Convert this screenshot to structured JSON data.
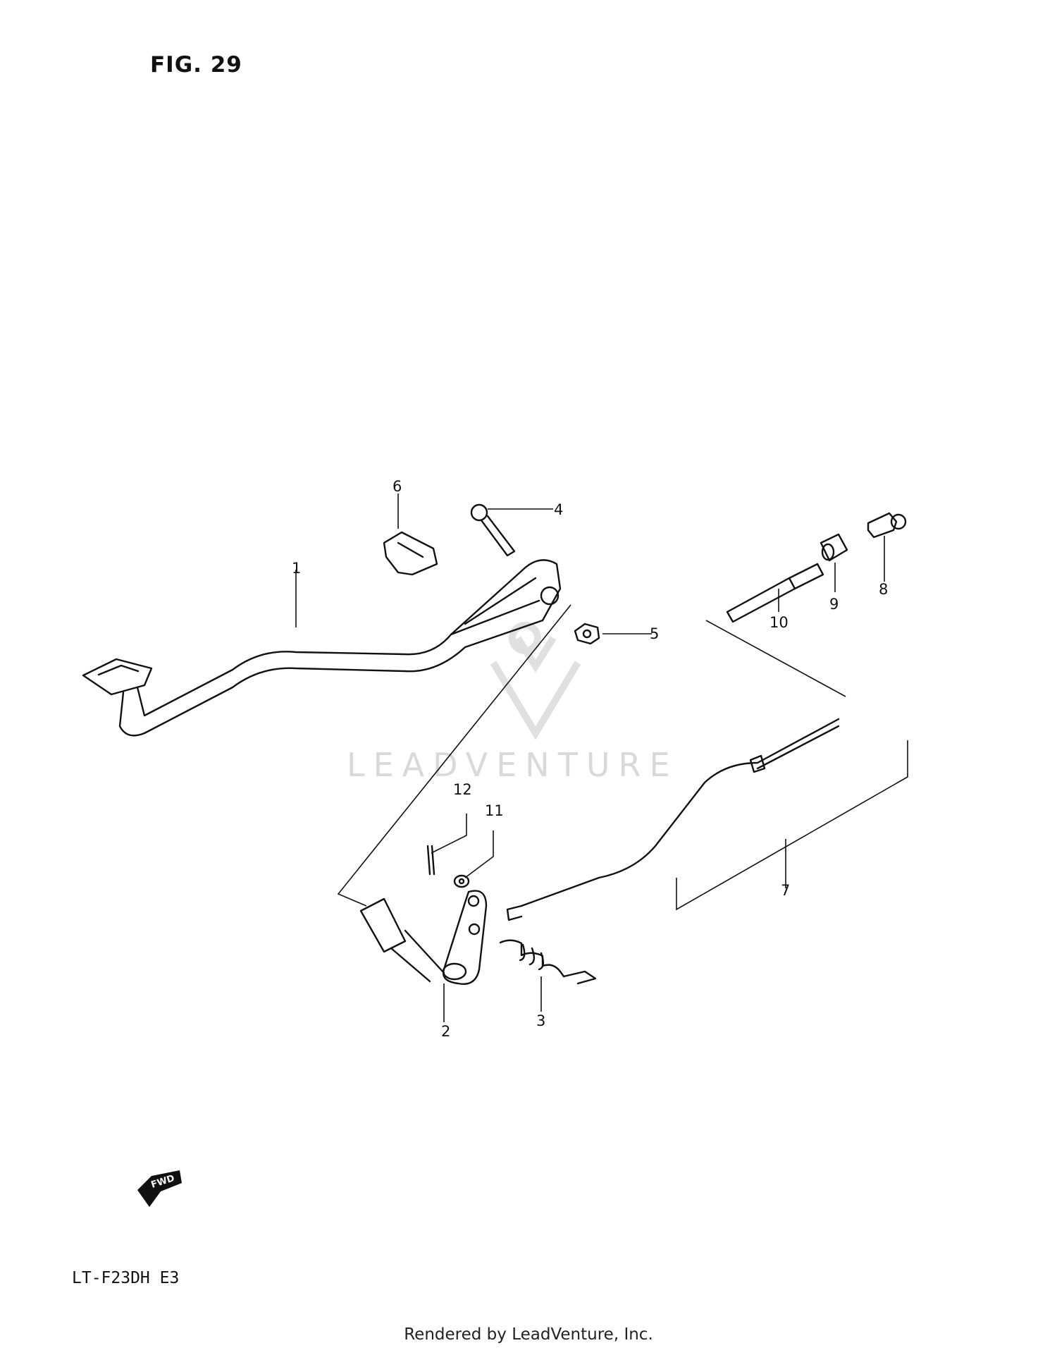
{
  "figure": {
    "title": "FIG. 29",
    "model_code": "LT-F23DH  E3",
    "watermark": "LEADVENTURE",
    "footer": "Rendered by LeadVenture, Inc.",
    "fwd_label": "FWD"
  },
  "callouts": [
    {
      "id": "1",
      "label": "1"
    },
    {
      "id": "2",
      "label": "2"
    },
    {
      "id": "3",
      "label": "3"
    },
    {
      "id": "4",
      "label": "4"
    },
    {
      "id": "5",
      "label": "5"
    },
    {
      "id": "6",
      "label": "6"
    },
    {
      "id": "7",
      "label": "7"
    },
    {
      "id": "8",
      "label": "8"
    },
    {
      "id": "9",
      "label": "9"
    },
    {
      "id": "10",
      "label": "10"
    },
    {
      "id": "11",
      "label": "11"
    },
    {
      "id": "12",
      "label": "12"
    }
  ]
}
